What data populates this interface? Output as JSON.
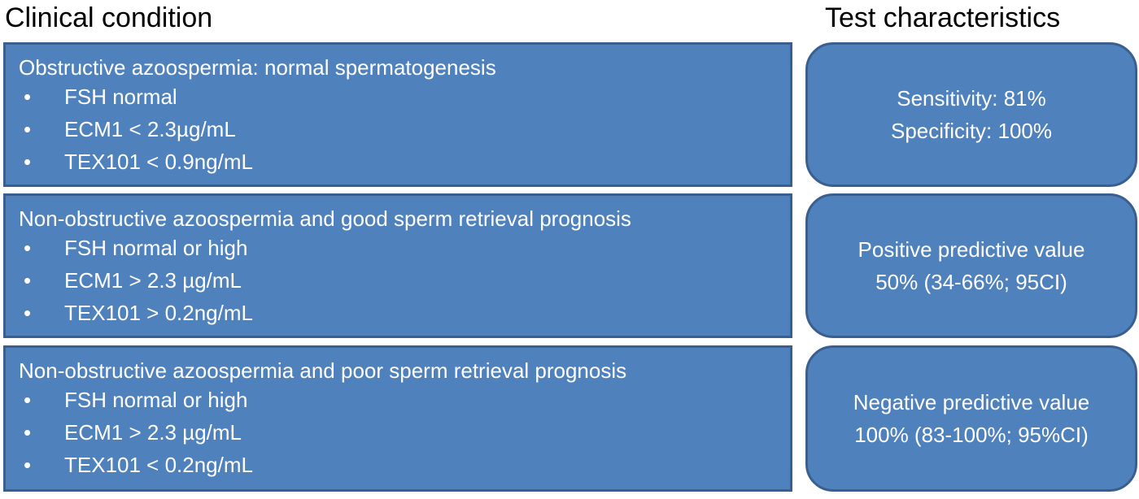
{
  "headers": {
    "left": "Clinical condition",
    "right": "Test characteristics"
  },
  "conditions": [
    {
      "title": "Obstructive azoospermia: normal spermatogenesis",
      "bullet": "•",
      "items": [
        "FSH normal",
        "ECM1 < 2.3µg/mL",
        "TEX101 < 0.9ng/mL"
      ]
    },
    {
      "title": "Non-obstructive azoospermia and good sperm retrieval prognosis",
      "bullet": "•",
      "items": [
        "FSH normal or high",
        "ECM1 > 2.3 µg/mL",
        "TEX101 > 0.2ng/mL"
      ]
    },
    {
      "title": "Non-obstructive azoospermia and poor sperm retrieval prognosis",
      "bullet": "•",
      "items": [
        "FSH normal or high",
        "ECM1 > 2.3 µg/mL",
        "TEX101 < 0.2ng/mL"
      ]
    }
  ],
  "tests": [
    {
      "lines": [
        "Sensitivity: 81%",
        "Specificity: 100%"
      ]
    },
    {
      "lines": [
        "Positive predictive value",
        "50% (34-66%; 95CI)"
      ]
    },
    {
      "lines": [
        "Negative predictive value",
        "100% (83-100%; 95%CI)"
      ]
    }
  ],
  "colors": {
    "box_fill": "#4f81bd",
    "box_border": "#3a5f8f",
    "box_text": "#ffffff",
    "header_text": "#000000"
  }
}
